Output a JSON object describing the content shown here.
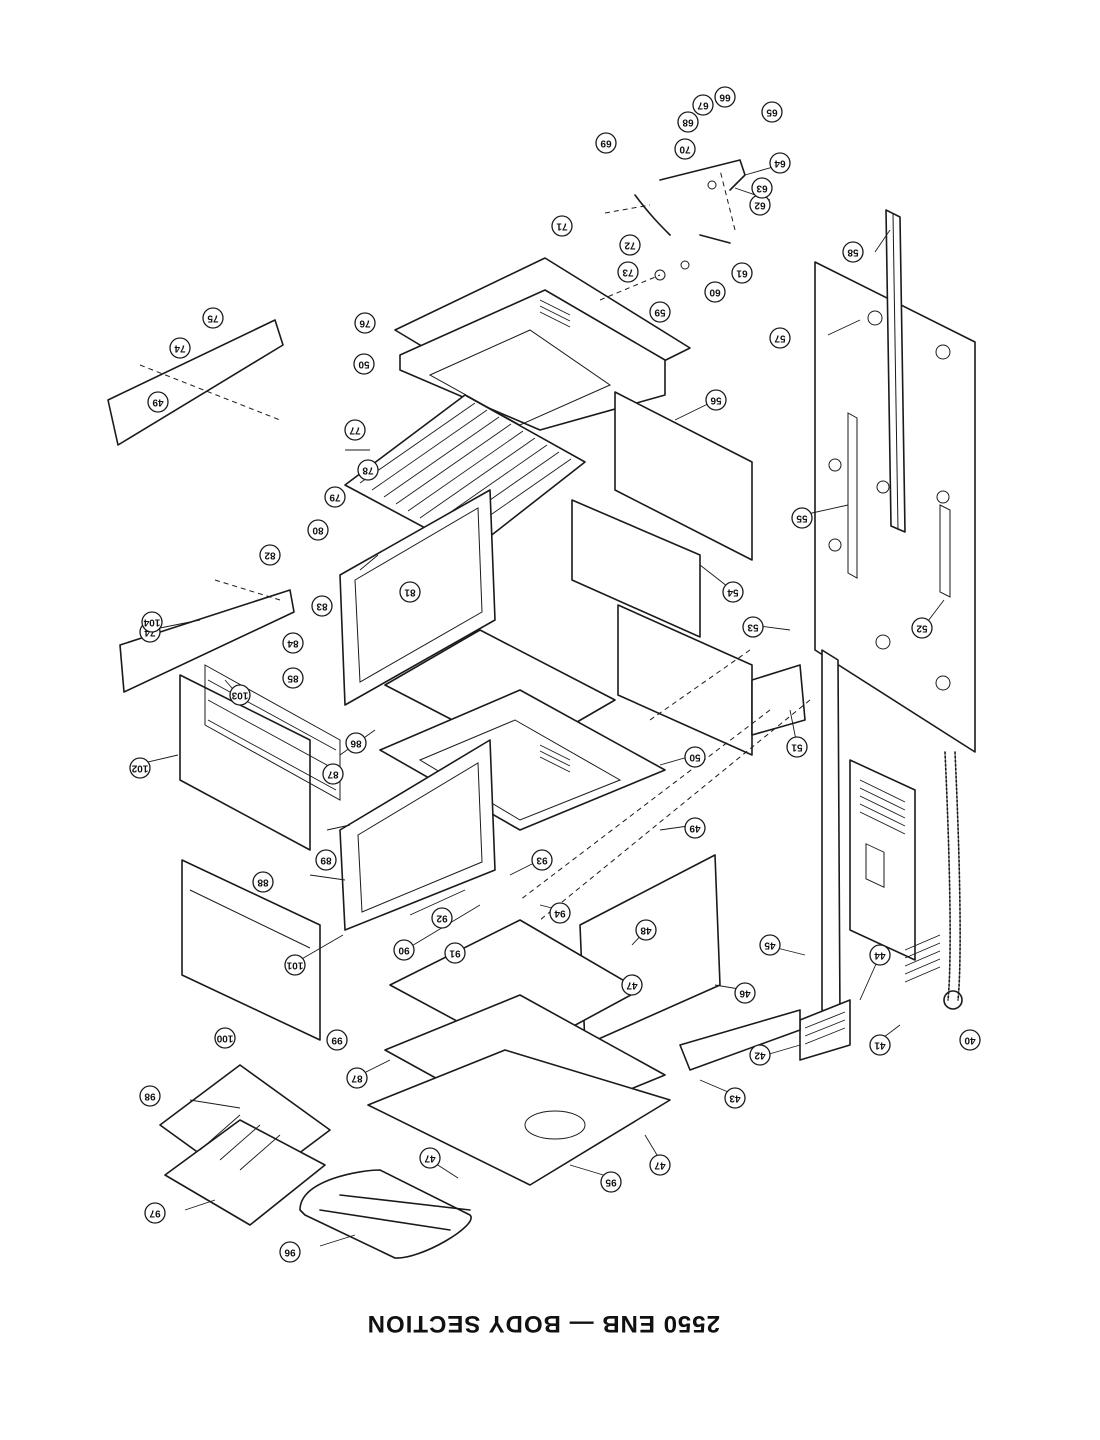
{
  "title": "2550 ENB — BODY SECTION",
  "callouts": [
    "40",
    "41",
    "42",
    "43",
    "44",
    "45",
    "46",
    "47",
    "47",
    "47",
    "48",
    "49",
    "49",
    "50",
    "50",
    "51",
    "52",
    "53",
    "54",
    "55",
    "56",
    "57",
    "58",
    "59",
    "60",
    "61",
    "62",
    "63",
    "64",
    "65",
    "66",
    "67",
    "68",
    "69",
    "70",
    "71",
    "72",
    "73",
    "74",
    "74",
    "75",
    "76",
    "77",
    "78",
    "79",
    "80",
    "81",
    "82",
    "83",
    "84",
    "85",
    "86",
    "87",
    "87",
    "88",
    "89",
    "90",
    "91",
    "92",
    "93",
    "94",
    "95",
    "96",
    "97",
    "98",
    "99",
    "100",
    "101",
    "102",
    "103",
    "104"
  ]
}
